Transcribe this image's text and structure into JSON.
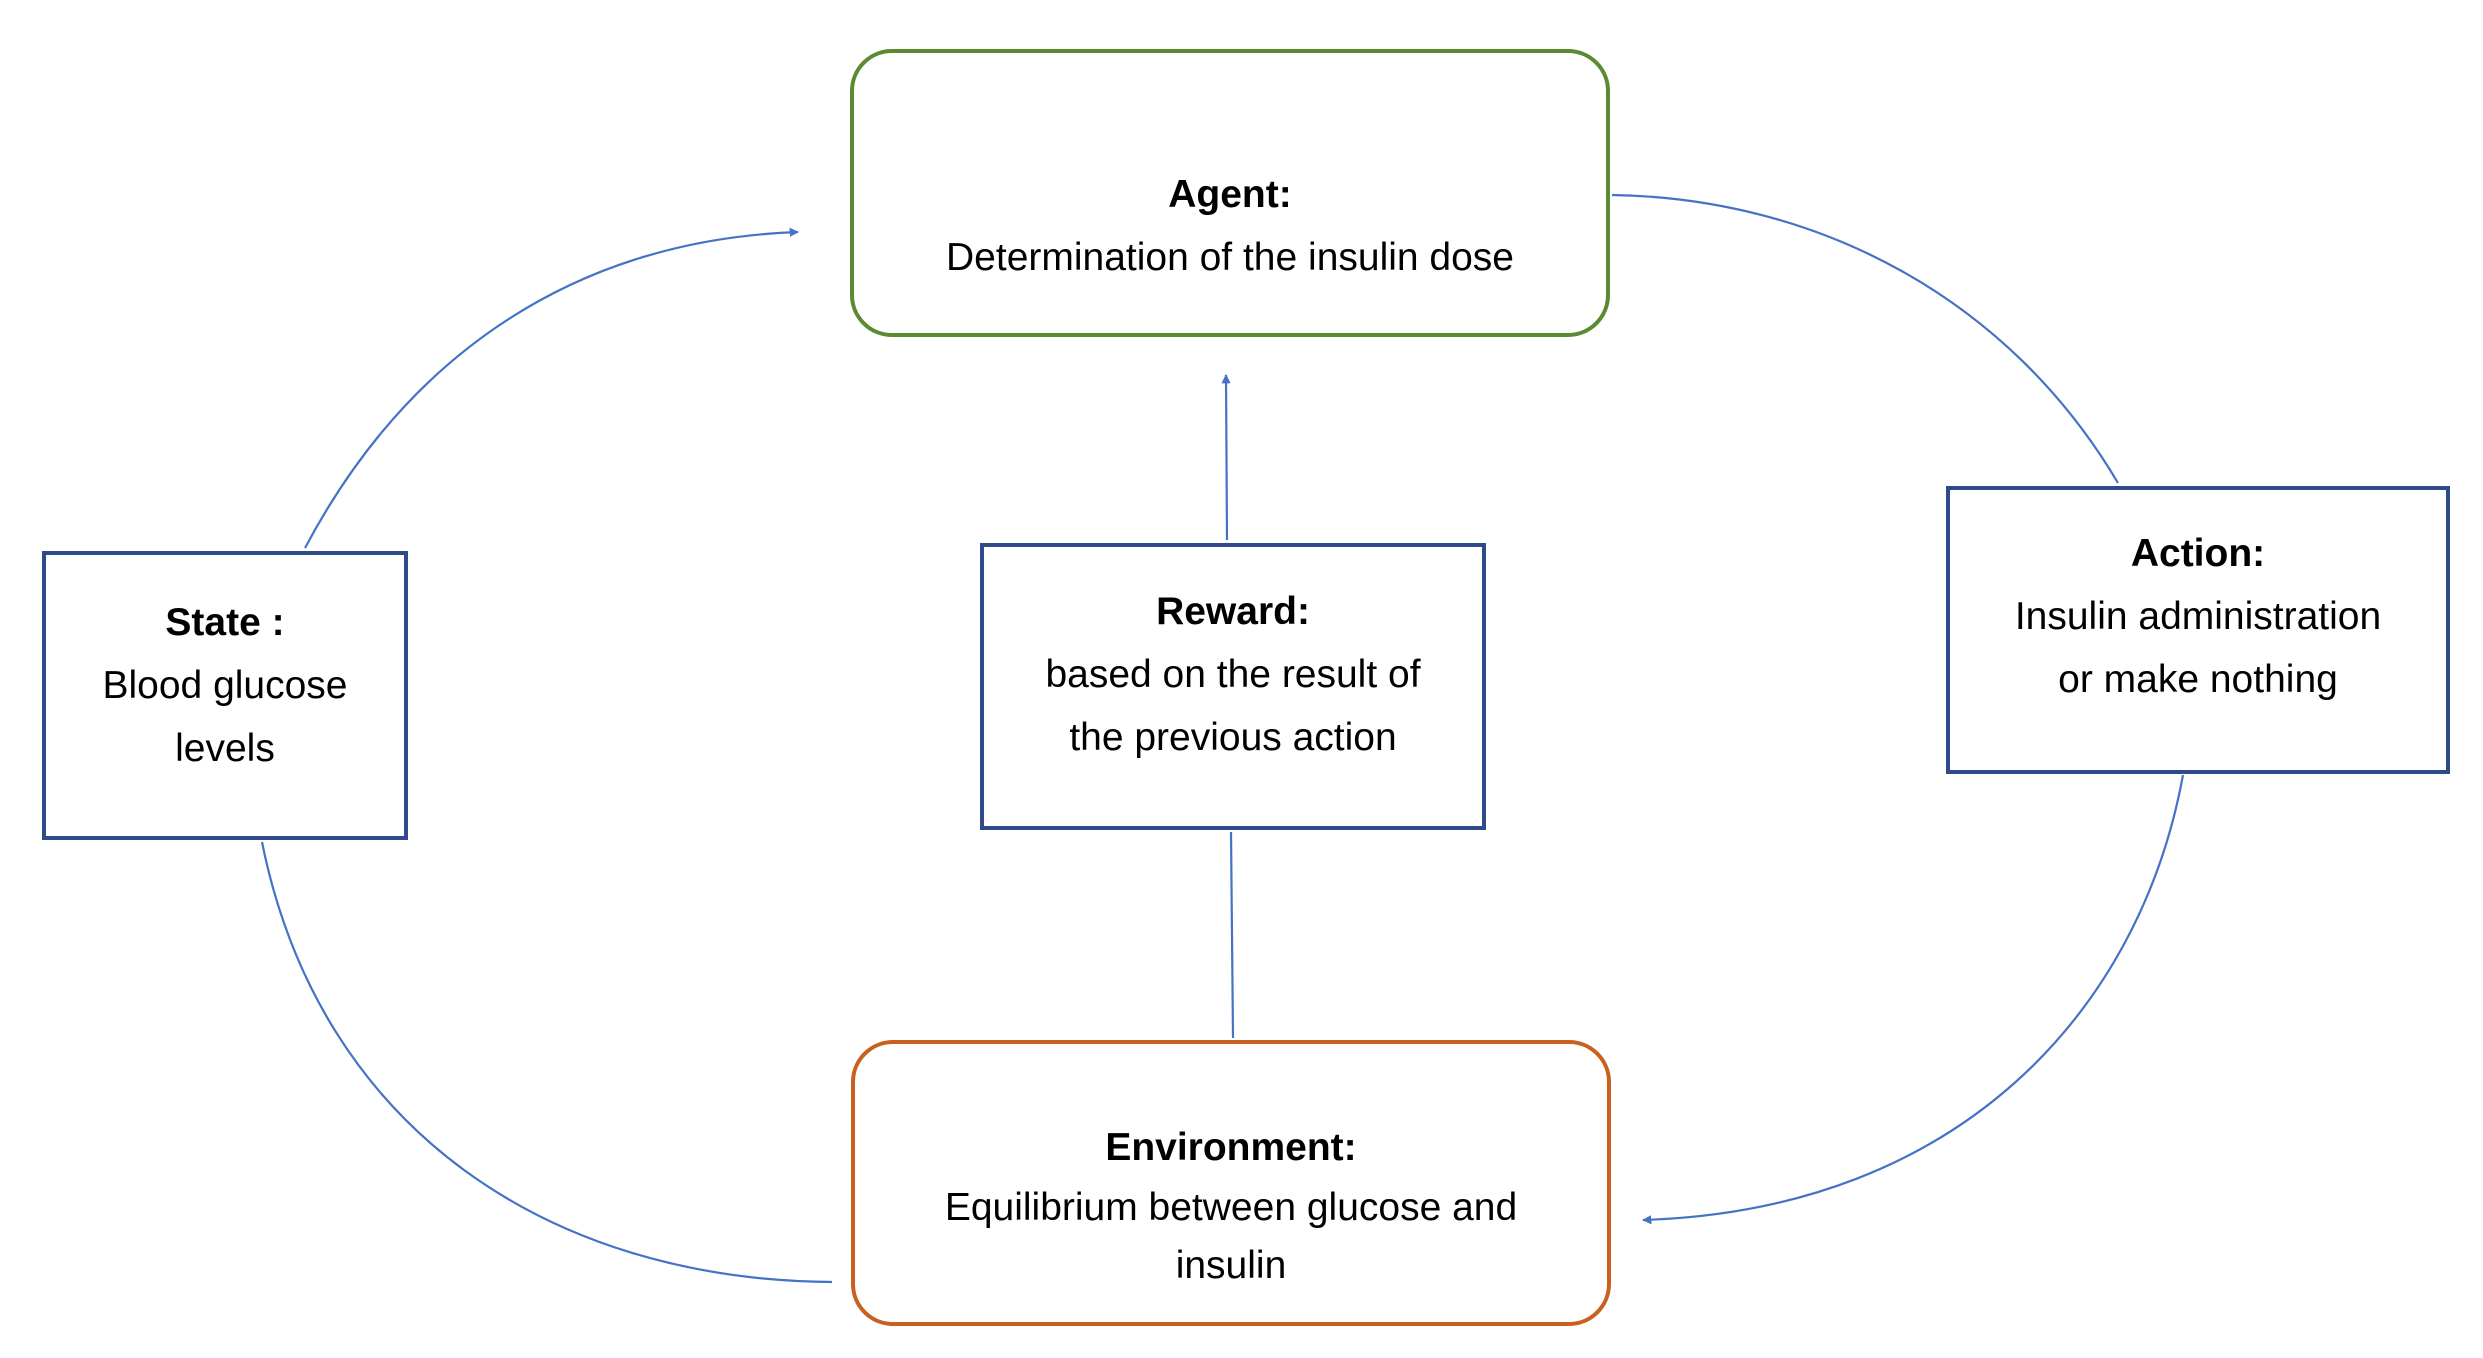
{
  "diagram": {
    "agent": {
      "title": "Agent:",
      "lines": [
        "Determination of the insulin dose"
      ],
      "border_color": "#5a8a32"
    },
    "environment": {
      "title": "Environment:",
      "lines": [
        "Equilibrium between glucose and",
        "insulin"
      ],
      "border_color": "#c8601e"
    },
    "state": {
      "title": "State :",
      "lines": [
        "Blood glucose",
        "levels"
      ],
      "border_color": "#2f4a8a"
    },
    "reward": {
      "title": "Reward:",
      "lines": [
        "based on the result of",
        "the previous action"
      ],
      "border_color": "#2f4a8a"
    },
    "action": {
      "title": "Action:",
      "lines": [
        "Insulin administration",
        "or make nothing"
      ],
      "border_color": "#2f4a8a"
    },
    "connector_color": "#4472c4"
  }
}
